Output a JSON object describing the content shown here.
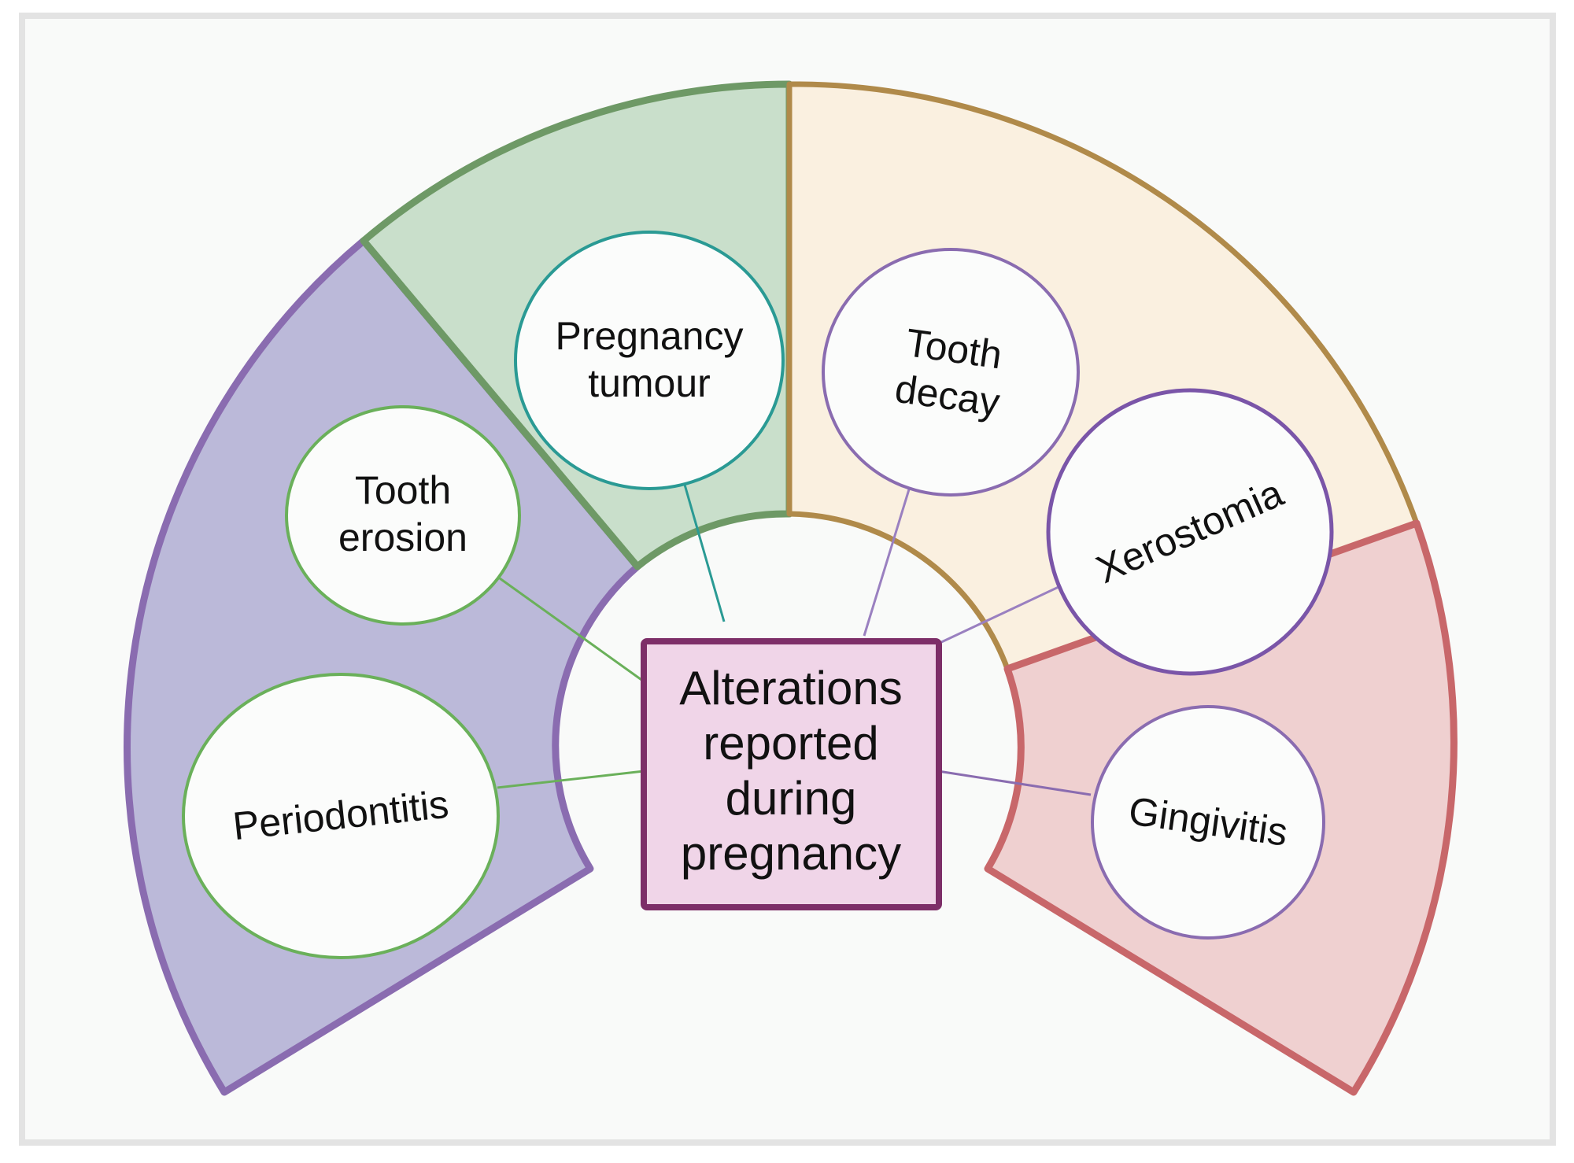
{
  "diagram": {
    "center": {
      "lines": [
        "Alterations",
        "reported",
        "during",
        "pregnancy"
      ],
      "fill": "#f0d5e8",
      "stroke": "#7d2e68"
    },
    "sectors": {
      "purple": {
        "fill": "#bbb9d9",
        "stroke": "#8a6cb0"
      },
      "green": {
        "fill": "#c9dfcb",
        "stroke": "#6e9966"
      },
      "orange": {
        "fill": "#faf0e0",
        "stroke": "#b08a4a"
      },
      "red": {
        "fill": "#efd0d0",
        "stroke": "#c8676a"
      }
    },
    "nodes": {
      "periodontitis": {
        "lines": [
          "Periodontitis"
        ],
        "stroke": "#6ab05a"
      },
      "tooth_erosion": {
        "lines": [
          "Tooth",
          "erosion"
        ],
        "stroke": "#6ab05a"
      },
      "pregnancy_tumour": {
        "lines": [
          "Pregnancy",
          "tumour"
        ],
        "stroke": "#2a9a94"
      },
      "tooth_decay": {
        "lines": [
          "Tooth",
          "decay"
        ],
        "stroke": "#8a6cb0"
      },
      "xerostomia": {
        "lines": [
          "Xerostomia"
        ],
        "stroke": "#7a55a8"
      },
      "gingivitis": {
        "lines": [
          "Gingivitis"
        ],
        "stroke": "#8a6cb0"
      }
    }
  }
}
